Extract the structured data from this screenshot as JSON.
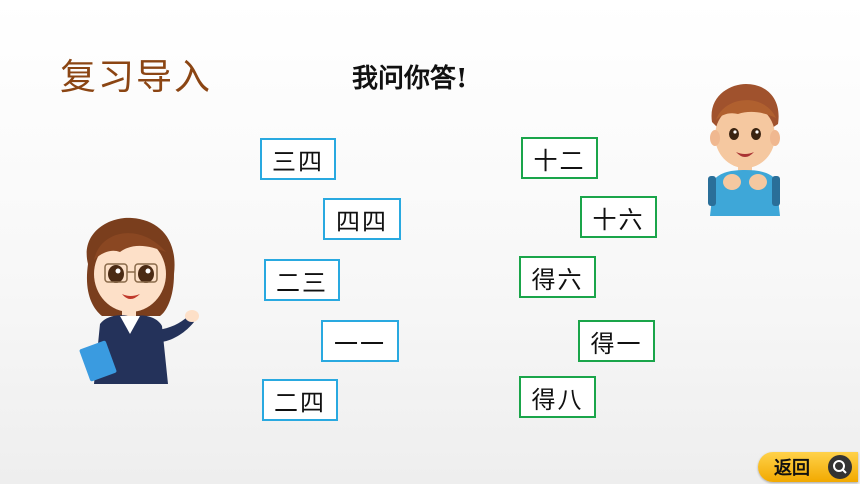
{
  "header": {
    "title": "复习导入",
    "prompt": "我问你答!"
  },
  "cards_left": [
    "三四",
    "四四",
    "二三",
    "一一",
    "二四"
  ],
  "cards_right": [
    "十二",
    "十六",
    "得六",
    "得一",
    "得八"
  ],
  "footer": {
    "back_label": "返回"
  },
  "colors": {
    "title": "#8b4513",
    "left_border": "#29a9e0",
    "right_border": "#1aa54a",
    "back_button": "#f2a900"
  }
}
